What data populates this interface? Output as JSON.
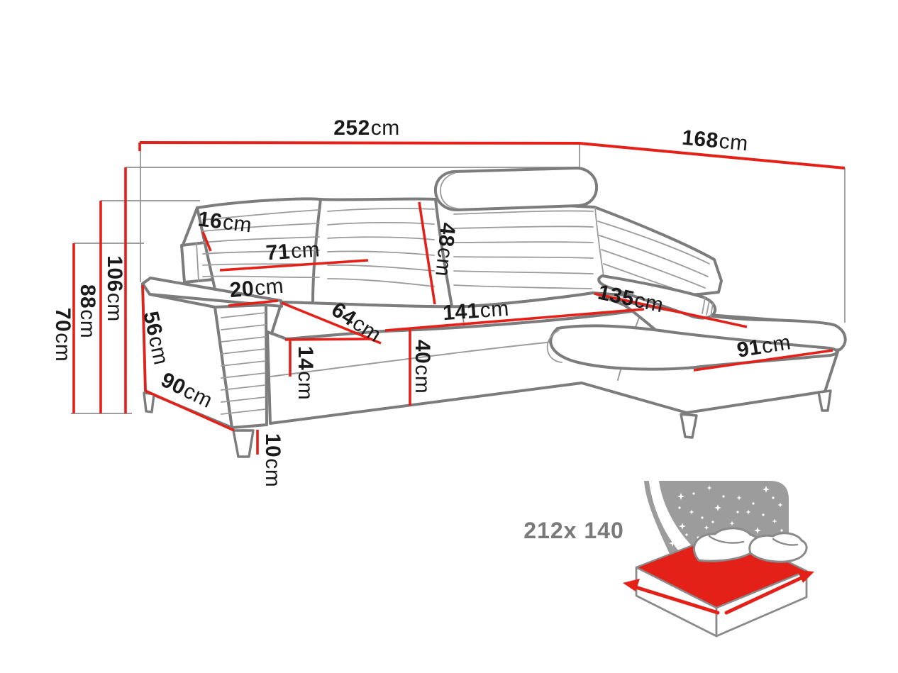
{
  "diagram": {
    "subject": "corner-sofa-dimension-drawing",
    "unit": "cm",
    "dimensions": {
      "total_width": {
        "value": "252",
        "unit": "cm"
      },
      "total_depth": {
        "value": "168",
        "unit": "cm"
      },
      "backrest_thickness": {
        "value": "16",
        "unit": "cm"
      },
      "backrest_width": {
        "value": "71",
        "unit": "cm"
      },
      "backrest_height": {
        "value": "48",
        "unit": "cm"
      },
      "armrest_width": {
        "value": "20",
        "unit": "cm"
      },
      "seat_depth": {
        "value": "64",
        "unit": "cm"
      },
      "seat_width": {
        "value": "141",
        "unit": "cm"
      },
      "chaise_length": {
        "value": "135",
        "unit": "cm"
      },
      "chaise_width": {
        "value": "91",
        "unit": "cm"
      },
      "seat_lip_height": {
        "value": "14",
        "unit": "cm"
      },
      "seat_height": {
        "value": "40",
        "unit": "cm"
      },
      "armrest_height": {
        "value": "56",
        "unit": "cm"
      },
      "armrest_depth": {
        "value": "90",
        "unit": "cm"
      },
      "height_to_arm": {
        "value": "70",
        "unit": "cm"
      },
      "height_to_backrest": {
        "value": "88",
        "unit": "cm"
      },
      "height_total": {
        "value": "106",
        "unit": "cm"
      },
      "leg_height": {
        "value": "10",
        "unit": "cm"
      }
    },
    "sleeping_area": {
      "label": "212x 140"
    },
    "icons": [
      "sleeping-function-icon",
      "mattress-icon",
      "stars-icon",
      "fold-out-arrows-icon"
    ],
    "colors": {
      "dimension_line": "#e32119",
      "sofa_outline": "#7c7c7c",
      "label_text": "#1a1a1a",
      "sleeping_text": "#7a7a7a",
      "icon_gray": "#9c9c9c",
      "background": "#ffffff"
    }
  }
}
